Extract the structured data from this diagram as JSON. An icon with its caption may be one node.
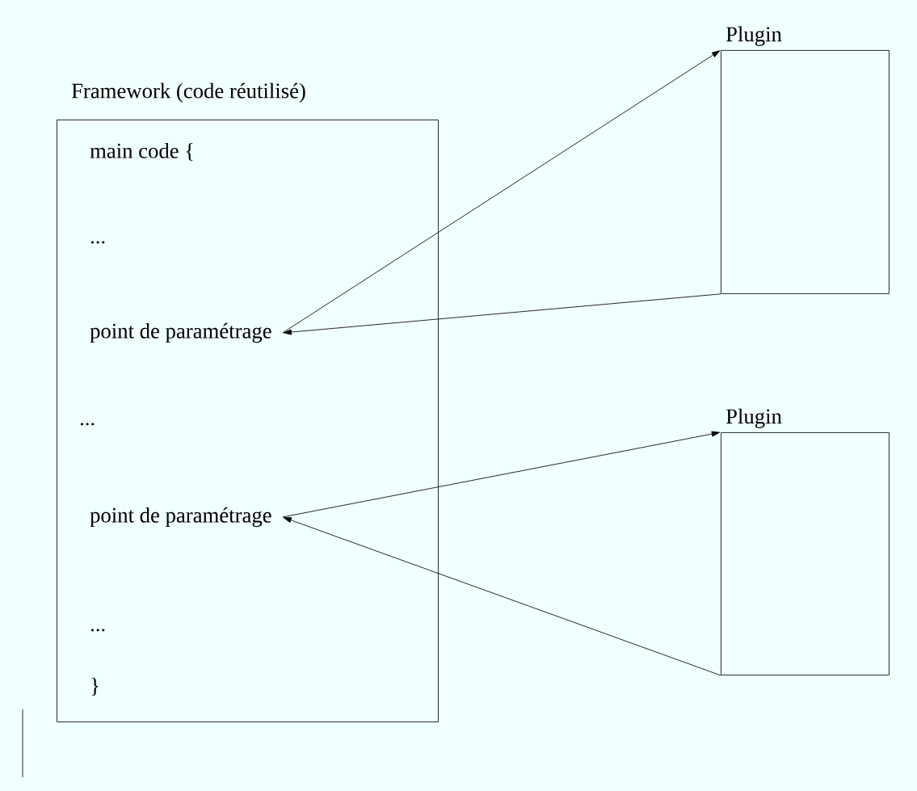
{
  "diagram": {
    "nodes": [
      {
        "text": [
          "Framework (code réutilisé)"
        ]
      },
      {
        "text": [
          "point de paramétrage"
        ],
        "in": 0
      },
      {
        "text": [
          "point de paramétrage"
        ],
        "in": 0
      },
      {
        "text": [
          "Plugin"
        ]
      },
      {
        "text": [
          "Plugin"
        ]
      }
    ],
    "edges": [
      {
        "from": 1,
        "to": 3,
        "arrow": "to"
      },
      {
        "from": 3,
        "to": 1,
        "arrow": "to"
      },
      {
        "from": 2,
        "to": 4,
        "arrow": "to"
      },
      {
        "from": 4,
        "to": 2,
        "arrow": "to"
      }
    ],
    "labels": [
      "main code {",
      "...",
      "...",
      "...",
      "}"
    ]
  }
}
